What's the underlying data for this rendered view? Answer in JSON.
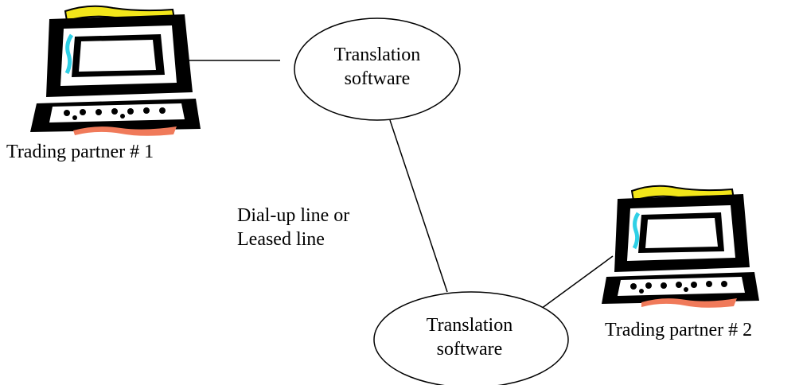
{
  "diagram": {
    "nodes": {
      "translation_top": {
        "line1": "Translation",
        "line2": "software"
      },
      "translation_bottom": {
        "line1": "Translation",
        "line2": "software"
      }
    },
    "computers": {
      "partner1": {
        "label": "Trading partner # 1",
        "icon": "computer-icon"
      },
      "partner2": {
        "label": "Trading partner # 2",
        "icon": "computer-icon"
      }
    },
    "link_label": {
      "line1": "Dial-up line or",
      "line2": "Leased line"
    },
    "colors": {
      "line": "#000000",
      "computer_outline": "#000000",
      "keyboard_top_accent": "#f2e61a",
      "screen_highlight": "#2fd0e6",
      "keyboard_bottom_accent": "#f07a5a"
    }
  }
}
